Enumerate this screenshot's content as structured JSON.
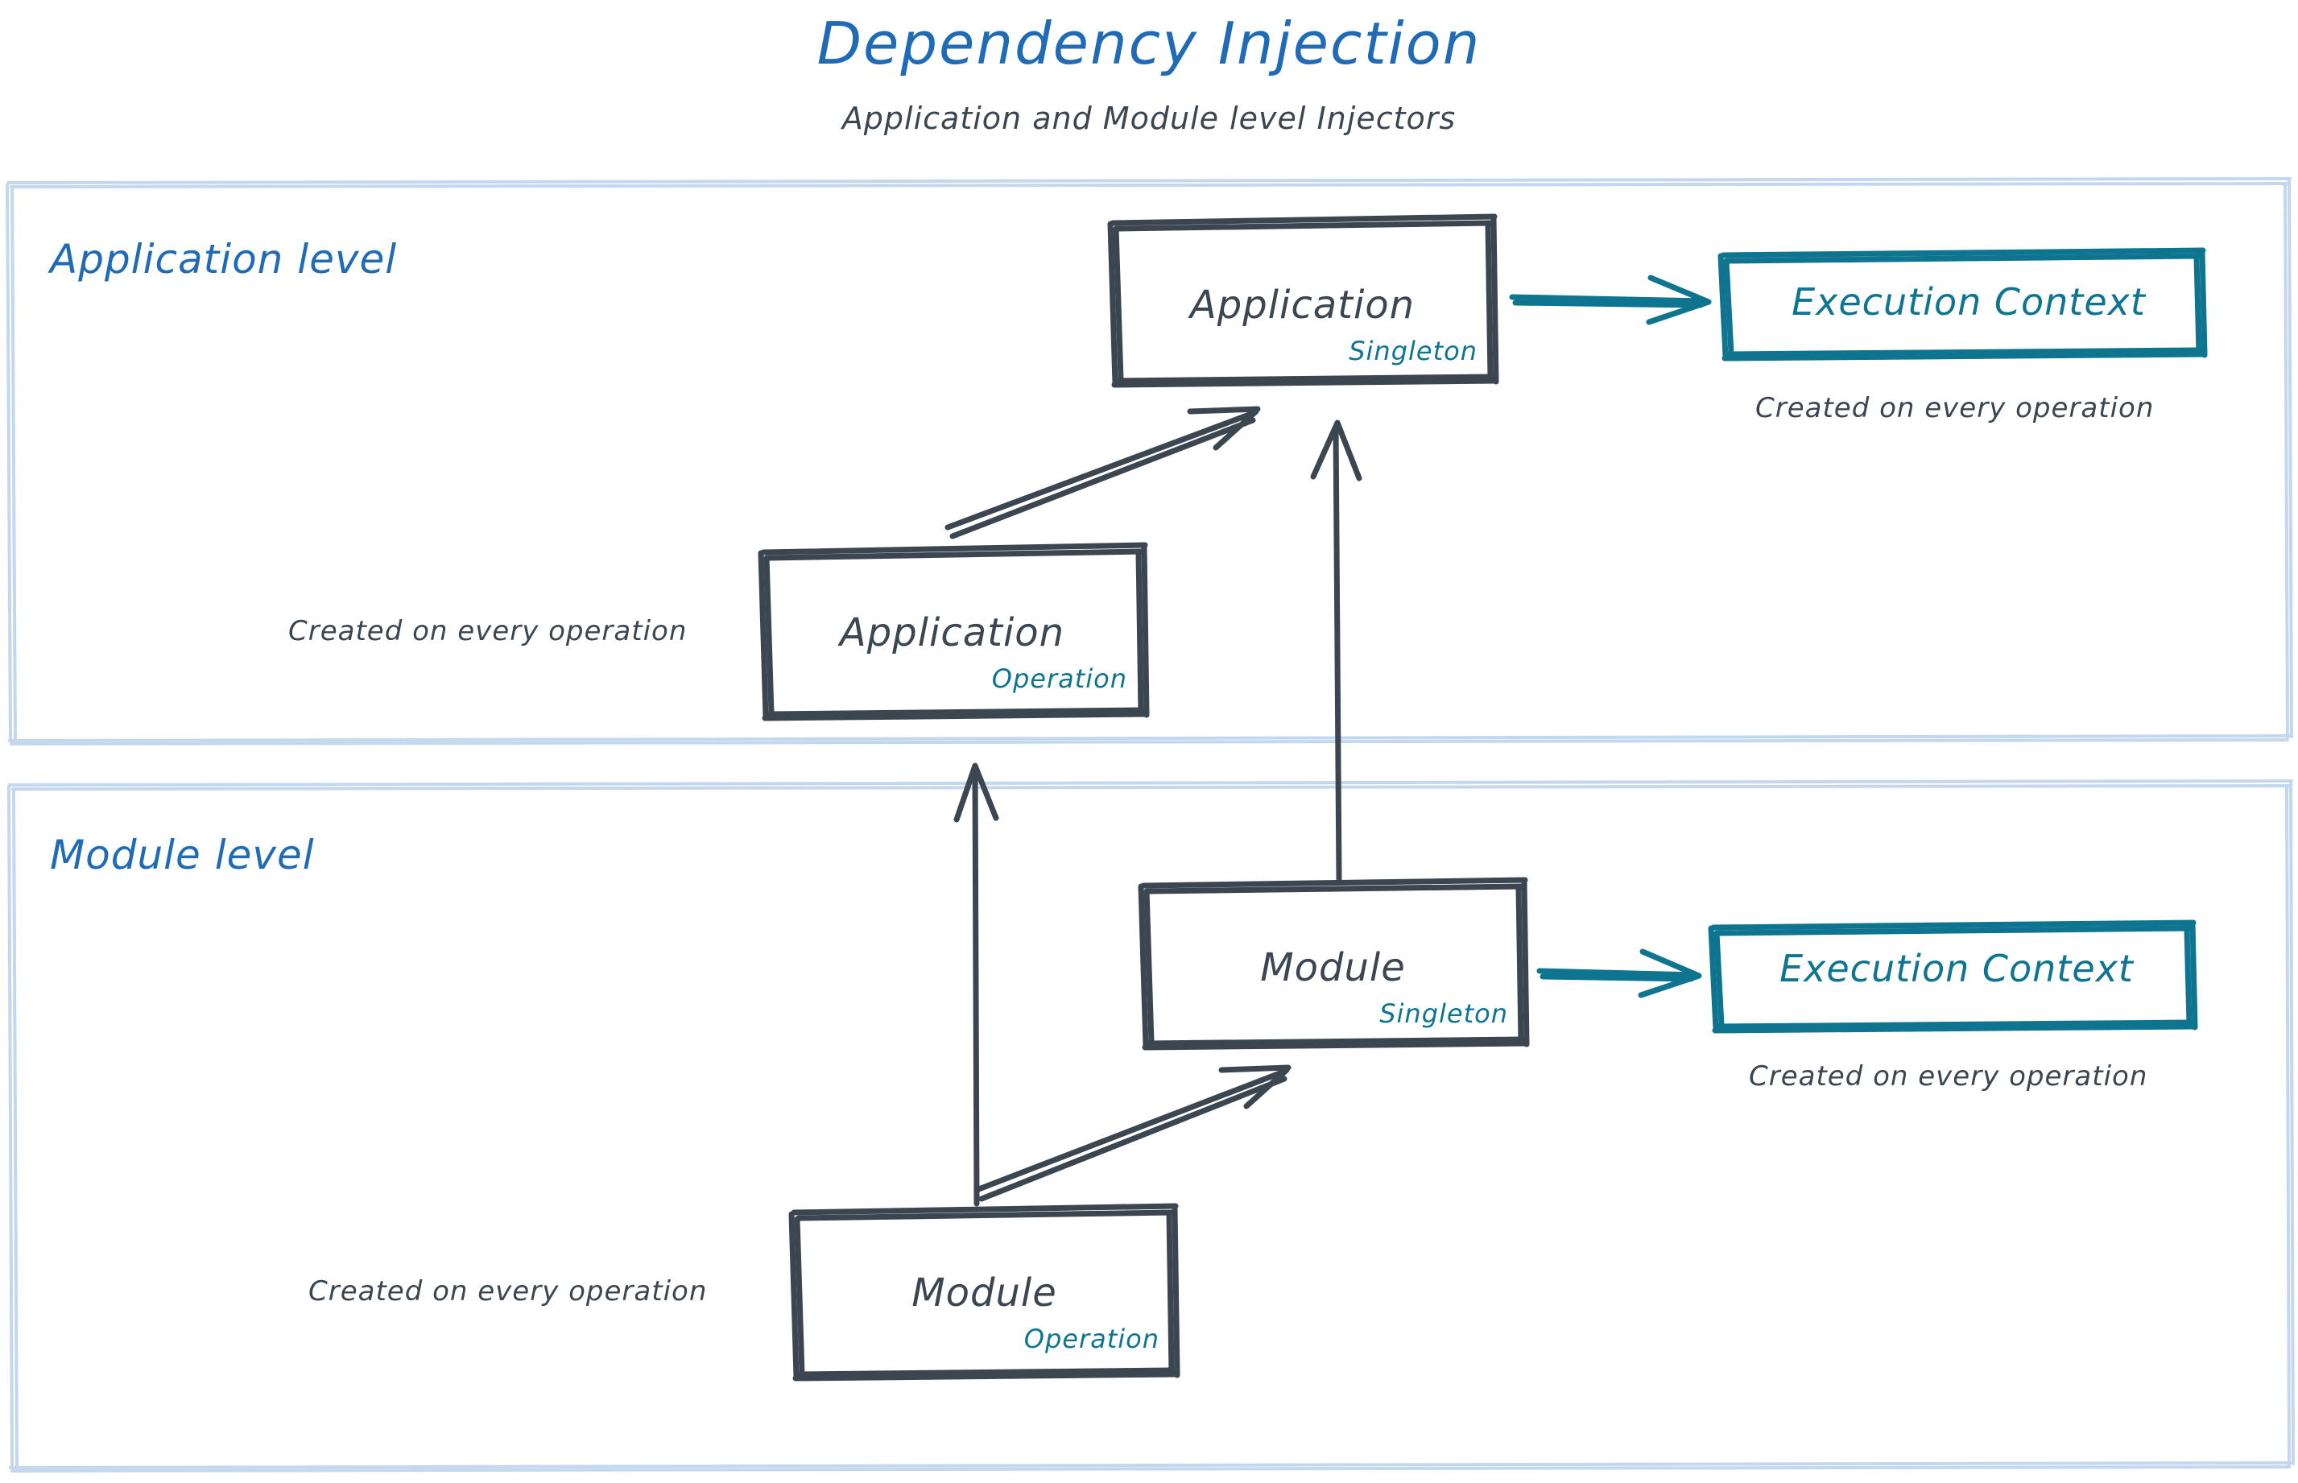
{
  "header": {
    "title": "Dependency Injection",
    "subtitle": "Application and Module level Injectors"
  },
  "colors": {
    "title_blue": "#1f6bb5",
    "level_border_blue": "#c3d7ef",
    "node_stroke": "#3c4650",
    "accent_teal": "#0e7490",
    "body_text": "#3c4650",
    "background": "#ffffff"
  },
  "levels": [
    {
      "id": "application-level",
      "label": "Application level",
      "nodes": [
        {
          "id": "application-singleton",
          "title": "Application",
          "scope": "Singleton"
        },
        {
          "id": "execution-context-application",
          "title": "Execution Context",
          "caption": "Created on every operation"
        },
        {
          "id": "application-operation",
          "title": "Application",
          "scope": "Operation",
          "caption": "Created on every operation"
        }
      ]
    },
    {
      "id": "module-level",
      "label": "Module level",
      "nodes": [
        {
          "id": "module-singleton",
          "title": "Module",
          "scope": "Singleton"
        },
        {
          "id": "execution-context-module",
          "title": "Execution Context",
          "caption": "Created on every operation"
        },
        {
          "id": "module-operation",
          "title": "Module",
          "scope": "Operation",
          "caption": "Created on every operation"
        }
      ]
    }
  ],
  "connections": [
    {
      "id": "app-singleton-to-execution-context",
      "from": "application-singleton",
      "to": "execution-context-application",
      "style": "teal-arrow"
    },
    {
      "id": "app-operation-to-app-singleton",
      "from": "application-operation",
      "to": "application-singleton",
      "style": "dark-arrow"
    },
    {
      "id": "module-singleton-to-app-singleton",
      "from": "module-singleton",
      "to": "application-singleton",
      "style": "dark-arrow"
    },
    {
      "id": "module-singleton-to-execution-context",
      "from": "module-singleton",
      "to": "execution-context-module",
      "style": "teal-arrow"
    },
    {
      "id": "module-operation-to-module-singleton",
      "from": "module-operation",
      "to": "module-singleton",
      "style": "dark-arrow"
    },
    {
      "id": "module-operation-to-app-operation",
      "from": "module-operation",
      "to": "application-operation",
      "style": "dark-arrow"
    }
  ]
}
